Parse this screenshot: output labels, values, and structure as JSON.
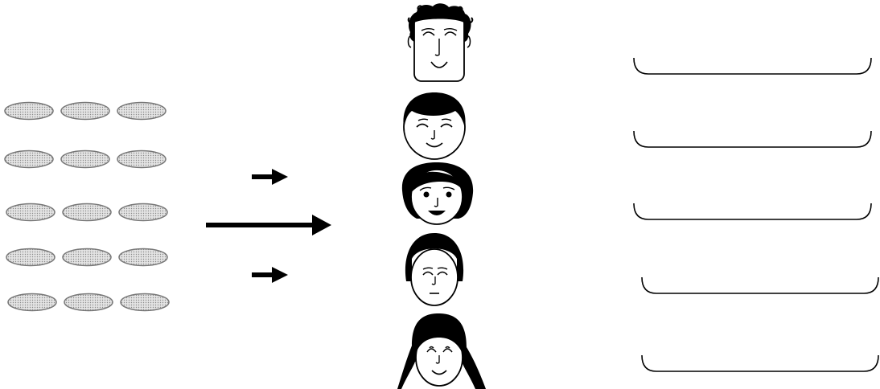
{
  "diagram": {
    "seed_rows": [
      {
        "count": 3
      },
      {
        "count": 3
      },
      {
        "count": 3
      },
      {
        "count": 3
      },
      {
        "count": 3
      }
    ],
    "arrows": [
      {
        "kind": "small"
      },
      {
        "kind": "large"
      },
      {
        "kind": "small"
      }
    ],
    "people": [
      {
        "name": "grandfather-face-icon"
      },
      {
        "name": "father-face-icon"
      },
      {
        "name": "mother-face-icon"
      },
      {
        "name": "boy-face-icon"
      },
      {
        "name": "girl-face-icon"
      }
    ],
    "answer_blanks": [
      "",
      "",
      "",
      "",
      ""
    ],
    "colors": {
      "stroke": "#000000",
      "seed_fill": "#d9d9d9",
      "seed_stroke": "#777777",
      "hair": "#000000",
      "skin": "#ffffff"
    }
  }
}
